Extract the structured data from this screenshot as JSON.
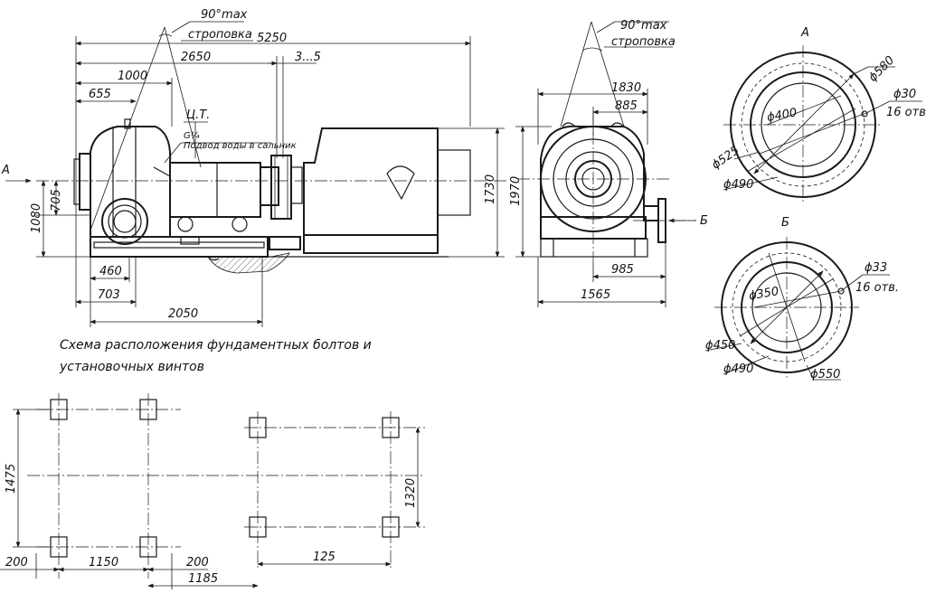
{
  "side_view": {
    "sling_angle": "90°max",
    "sling_word": "строповка",
    "dim_total": "5250",
    "dim_2650": "2650",
    "dim_gap": "3...5",
    "dim_1000": "1000",
    "dim_655": "655",
    "cg": "Ц.Т.",
    "g_label": "G¼",
    "water_label": "Подвод воды в сальник",
    "arrow_a": "A",
    "dim_705": "705",
    "dim_1080": "1080",
    "dim_1730": "1730",
    "dim_460": "460",
    "dim_703": "703",
    "dim_2050": "2050"
  },
  "front_view": {
    "sling_angle": "90°max",
    "sling_word": "строповка",
    "dim_1830": "1830",
    "dim_885": "885",
    "dim_1970": "1970",
    "arrow_b": "Б",
    "dim_985": "985",
    "dim_1565": "1565"
  },
  "flange_a": {
    "title": "А",
    "d580": "ϕ580",
    "d30": "ϕ30",
    "holes": "16 отв.",
    "d400": "ϕ400",
    "d525": "ϕ525",
    "d490": "ϕ490"
  },
  "flange_b": {
    "title": "Б",
    "d33": "ϕ33",
    "holes": "16 отв.",
    "d350": "ϕ350",
    "d450": "ϕ450",
    "d490": "ϕ490",
    "d550": "ϕ550"
  },
  "bolt_scheme": {
    "caption_line1": "Схема расположения фундаментных болтов и",
    "caption_line2": "установочных винтов",
    "dim_1475": "1475",
    "dim_1320": "1320",
    "dim_200_left": "200",
    "dim_1150": "1150",
    "dim_200_right": "200",
    "dim_1185": "1185",
    "dim_125": "125"
  }
}
